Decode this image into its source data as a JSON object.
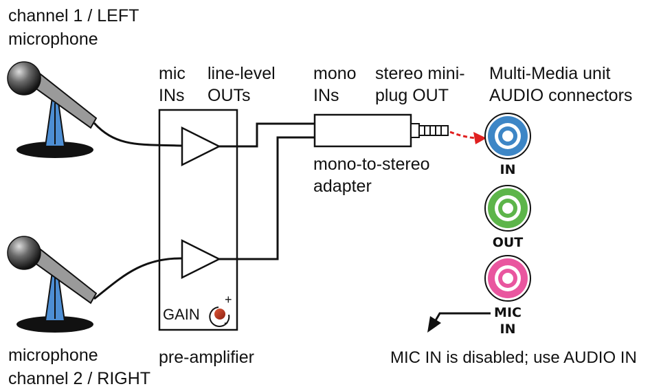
{
  "microphones": {
    "left_label_line1": "channel 1 / LEFT",
    "left_label_line2": "microphone",
    "right_label_line1": "microphone",
    "right_label_line2": "channel 2 / RIGHT"
  },
  "preamp": {
    "in_label_line1": "mic",
    "in_label_line2": "INs",
    "out_label_line1": "line-level",
    "out_label_line2": "OUTs",
    "gain_label": "GAIN",
    "gain_plus": "+",
    "gain_minus": "-",
    "caption": "pre-amplifier"
  },
  "adapter": {
    "in_label_line1": "mono",
    "in_label_line2": "INs",
    "out_label_line1": "stereo mini-",
    "out_label_line2": "plug OUT",
    "caption_line1": "mono-to-stereo",
    "caption_line2": "adapter"
  },
  "multimedia_unit": {
    "title_line1": "Multi-Media unit",
    "title_line2": "AUDIO connectors",
    "jacks": [
      {
        "label": "IN",
        "color": "#3d86c6"
      },
      {
        "label": "OUT",
        "color": "#5db54a"
      },
      {
        "label": "MIC",
        "label_line2": "IN",
        "color": "#e9569f"
      }
    ],
    "note": "MIC IN is disabled; use AUDIO IN"
  },
  "colors": {
    "mic_stand_blue": "#4d8ed3",
    "signal_arrow_red": "#e02020",
    "gain_knob_red": "#c6341f"
  }
}
